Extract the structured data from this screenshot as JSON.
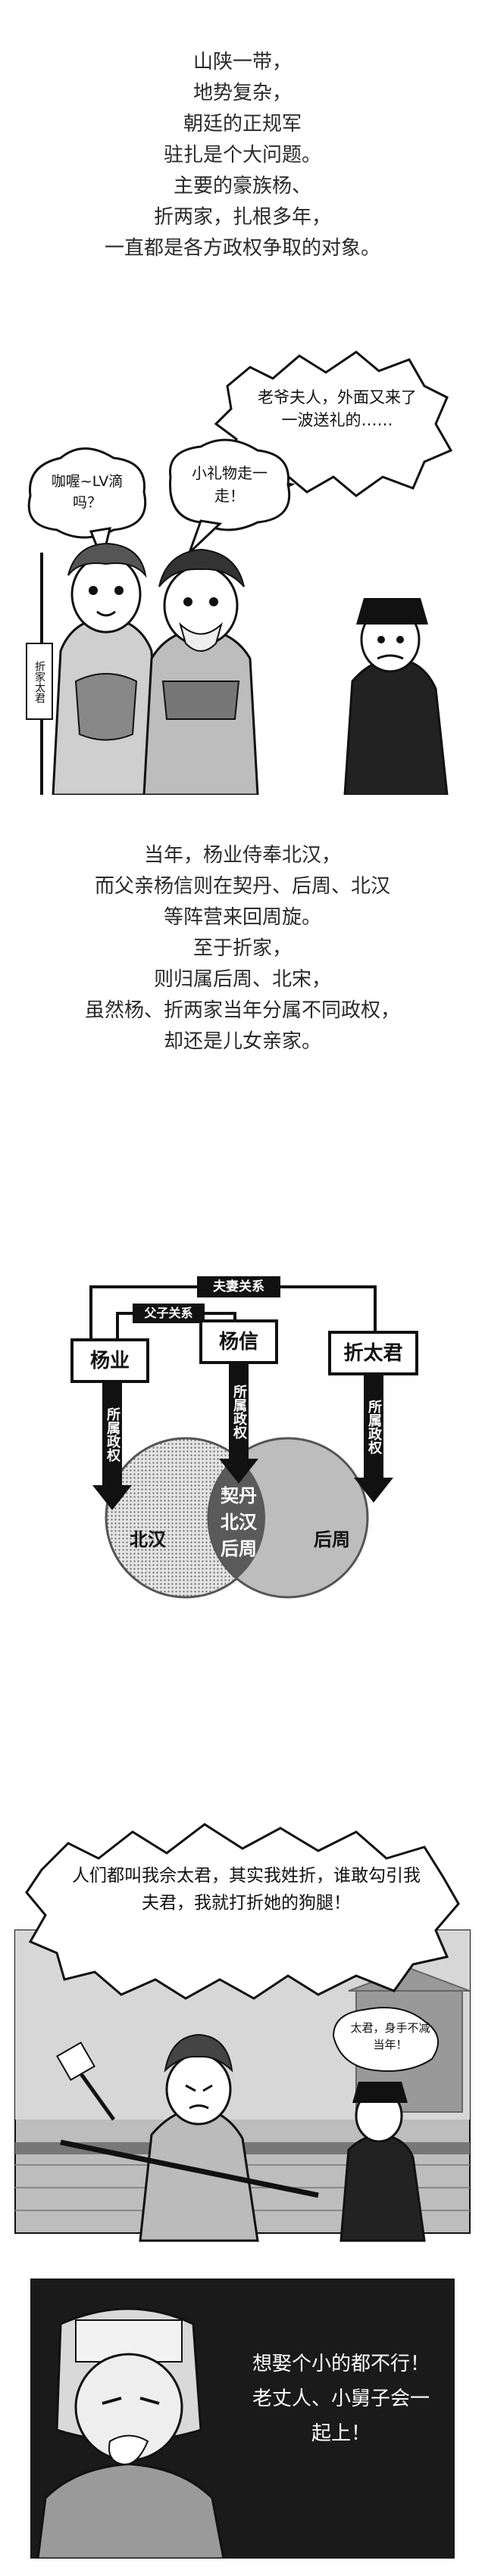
{
  "intro": {
    "lines": [
      "山陕一带，",
      "地势复杂，",
      "朝廷的正规军",
      "驻扎是个大问题。",
      "主要的豪族杨、",
      "折两家，扎根多年，",
      "一直都是各方政权争取的对象。"
    ]
  },
  "panel1": {
    "servant_bubble": "老爷夫人，外面又来了一波送礼的……",
    "lady_bubble": "咖喔~LV滴吗？",
    "lord_bubble": "小礼物走一走！",
    "flag_text": "折家太君"
  },
  "history": {
    "lines": [
      "当年，杨业侍奉北汉，",
      "而父亲杨信则在契丹、后周、北汉",
      "等阵营来回周旋。",
      "至于折家，",
      "则归属后周、北宋，",
      "虽然杨、折两家当年分属不同政权，",
      "却还是儿女亲家。"
    ]
  },
  "diagram": {
    "top_relation": "夫妻关系",
    "inner_relation": "父子关系",
    "node_left": "杨业",
    "node_middle": "杨信",
    "node_right": "折太君",
    "arrow_label": "所属政权",
    "circle_left": "北汉",
    "circle_right": "后周",
    "overlap": [
      "契丹",
      "北汉",
      "后周"
    ]
  },
  "panel3": {
    "speech": "人们都叫我佘太君，其实我姓折，谁敢勾引我夫君，我就打折她的狗腿！",
    "servant_bubble": "太君，身手不减当年！"
  },
  "panel4": {
    "speech": "想娶个小的都不行！老丈人、小舅子会一起上！"
  }
}
